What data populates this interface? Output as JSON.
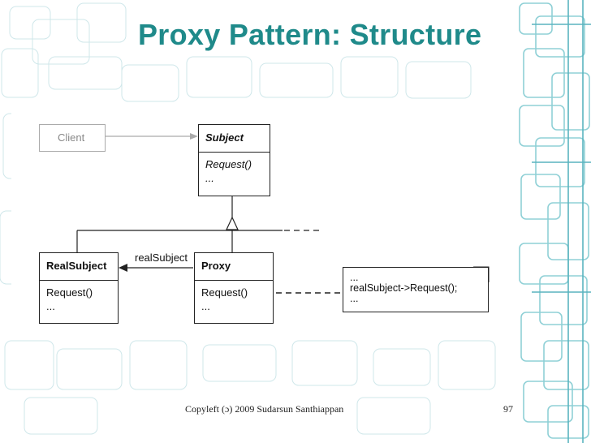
{
  "slide": {
    "title": "Proxy Pattern: Structure",
    "footer": "Copyleft (ɔ) 2009 Sudarsun Santhiappan",
    "page_number": "97"
  },
  "diagram": {
    "client": "Client",
    "subject": {
      "name": "Subject",
      "op1": "Request()",
      "op2": "..."
    },
    "real_subject": {
      "name": "RealSubject",
      "op1": "Request()",
      "op2": "..."
    },
    "proxy": {
      "name": "Proxy",
      "op1": "Request()",
      "op2": "..."
    },
    "association_label": "realSubject",
    "note": {
      "line1": "...",
      "line2": "realSubject->Request();",
      "line3": "..."
    }
  },
  "colors": {
    "title": "#1f8a8a",
    "decoration": "#8fd0d6"
  }
}
